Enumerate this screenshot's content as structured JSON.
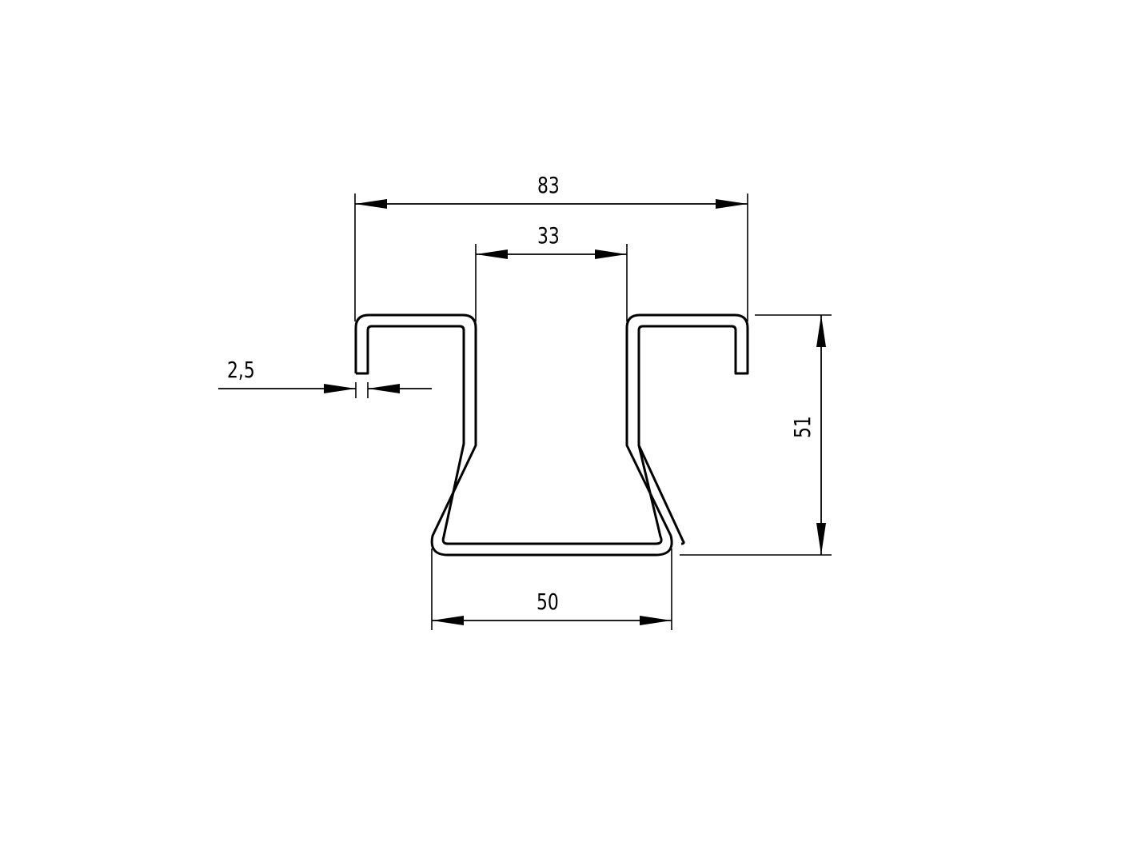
{
  "drawing": {
    "type": "profile cross-section",
    "line_color": "#000000",
    "background": "#ffffff"
  },
  "dimensions": {
    "overall_width": "83",
    "opening_width": "33",
    "thickness": "2,5",
    "height": "51",
    "bottom_width": "50"
  }
}
